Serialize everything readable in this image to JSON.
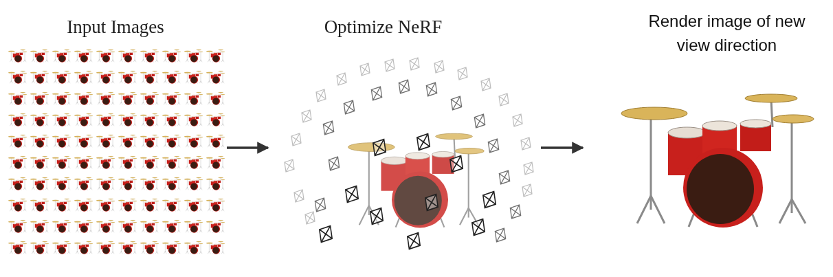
{
  "diagram": {
    "nodes": [
      {
        "text": [
          "Input Images"
        ]
      },
      {
        "text": [
          "Optimize NeRF"
        ]
      },
      {
        "text": [
          "Render image of new view direction"
        ]
      }
    ],
    "edges": [
      {
        "from": 0,
        "to": 1,
        "arrow": "to"
      },
      {
        "from": 1,
        "to": 2,
        "arrow": "to"
      }
    ]
  }
}
